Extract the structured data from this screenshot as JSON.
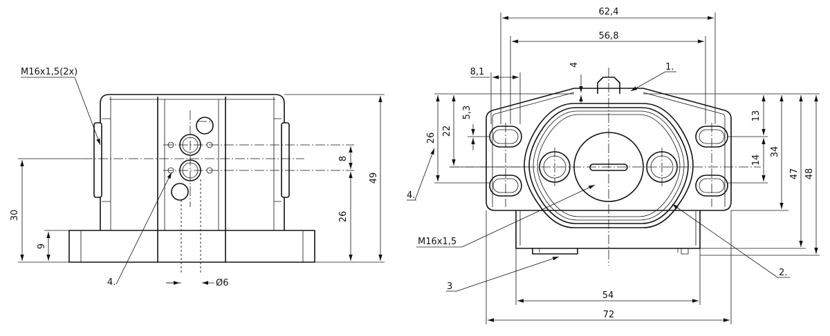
{
  "left_view": {
    "labels": {
      "thread": "M16x1,5(2x)",
      "item4": "4.",
      "dia": "Ø6"
    },
    "dims": {
      "d30": "30",
      "d9": "9",
      "d8": "8",
      "d26": "26",
      "d49": "49"
    }
  },
  "right_view": {
    "labels": {
      "item1": "1.",
      "item2": "2.",
      "item3": "3",
      "item4": "4.",
      "thread": "M16x1,5"
    },
    "dims": {
      "d62_4": "62,4",
      "d56_8": "56,8",
      "d8_1": "8,1",
      "d4": "4",
      "d5_3": "5,3",
      "d22": "22",
      "d26": "26",
      "d13": "13",
      "d14": "14",
      "d34": "34",
      "d47": "47",
      "d48": "48",
      "d54": "54",
      "d72": "72"
    }
  }
}
